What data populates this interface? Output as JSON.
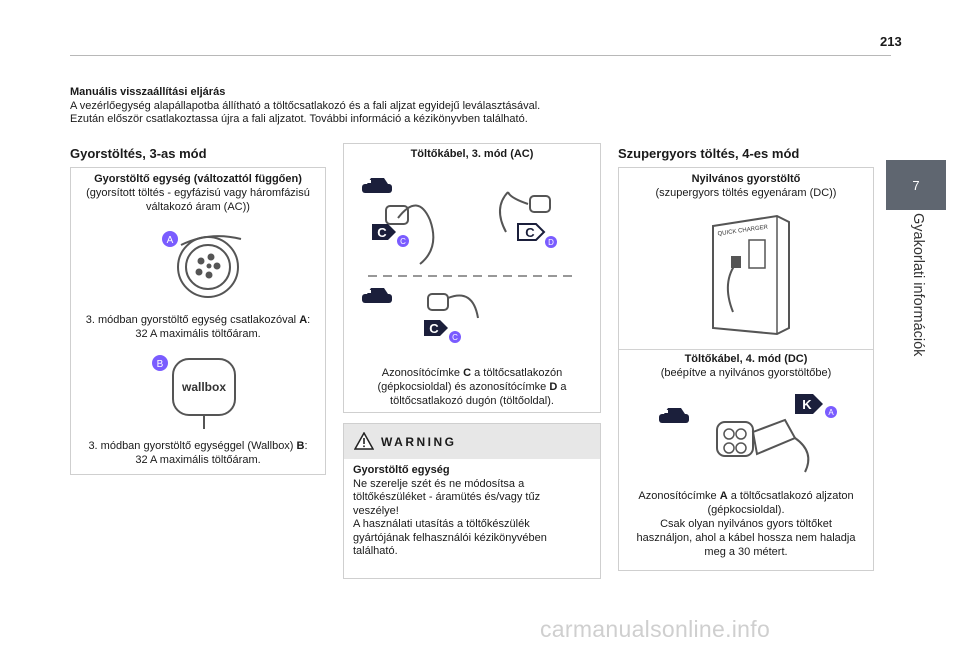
{
  "page_number": "213",
  "side_tab": {
    "chapter_number": "7",
    "chapter_title": "Gyakorlati információk"
  },
  "intro": {
    "title": "Manuális visszaállítási eljárás",
    "line1": "A vezérlőegység alapállapotba állítható a töltőcsatlakozó és a fali aljzat egyidejű leválasztásával.",
    "line2": "Ezután először csatlakoztassa újra a fali aljzatot. További információ a kézikönyvben található."
  },
  "col1": {
    "heading": "Gyorstöltés, 3-as mód",
    "box_title": "Gyorstöltő egység (változattól függően)",
    "box_sub1": "(gyorsított töltés - egyfázisú vagy háromfázisú",
    "box_sub2": "váltakozó áram (AC))",
    "label_a": "A",
    "cap_a1_pre": "3. módban gyorstöltő egység csatlakozóval ",
    "cap_a1_bold": "A",
    "cap_a1_post": ":",
    "cap_a2": "32 A maximális töltőáram.",
    "label_b": "B",
    "wallbox_text": "wallbox",
    "cap_b1_pre": "3. módban gyorstöltő egységgel (Wallbox) ",
    "cap_b1_bold": "B",
    "cap_b1_post": ":",
    "cap_b2": "32 A maximális töltőáram."
  },
  "col2": {
    "box_title": "Töltőkábel, 3. mód (AC)",
    "label_c": "C",
    "label_d": "D",
    "cap1_pre": "Azonosítócímke ",
    "cap1_bold": "C",
    "cap1_post": " a töltőcsatlakozón",
    "cap2_pre": "(gépkocsioldal) és azonosítócímke ",
    "cap2_bold": "D",
    "cap2_post": " a",
    "cap3": "töltőcsatlakozó dugón (töltőoldal).",
    "warning": {
      "title": "WARNING",
      "body_title": "Gyorstöltő egység",
      "lines": [
        "Ne szerelje szét és ne módosítsa a",
        "töltőkészüléket - áramütés és/vagy tűz",
        "veszélye!",
        "A használati utasítás a töltőkészülék",
        "gyártójának felhasználói kézikönyvében",
        "található."
      ]
    }
  },
  "col3": {
    "heading": "Szupergyors töltés, 4-es mód",
    "box1_title": "Nyilvános gyorstöltő",
    "box1_sub": "(szupergyors töltés egyenáram (DC))",
    "charger_text": "QUICK CHARGER",
    "box2_title": "Töltőkábel, 4. mód (DC)",
    "box2_sub": "(beépítve a nyilvános gyorstöltőbe)",
    "label_k": "K",
    "label_a": "A",
    "cap1_pre": "Azonosítócímke ",
    "cap1_bold": "A",
    "cap1_post": " a töltőcsatlakozó aljzaton",
    "cap2": "(gépkocsioldal).",
    "cap3": "Csak olyan nyilvános gyors töltőket",
    "cap4": "használjon, ahol a kábel hossza nem haladja",
    "cap5": "meg a 30 métert."
  },
  "watermark": "carmanualsonline.info",
  "colors": {
    "tab_gray": "#5f6670",
    "label_blue": "#1b1f3b",
    "label_violet": "#7a5cff",
    "warning_head": "#e7e7e7"
  }
}
